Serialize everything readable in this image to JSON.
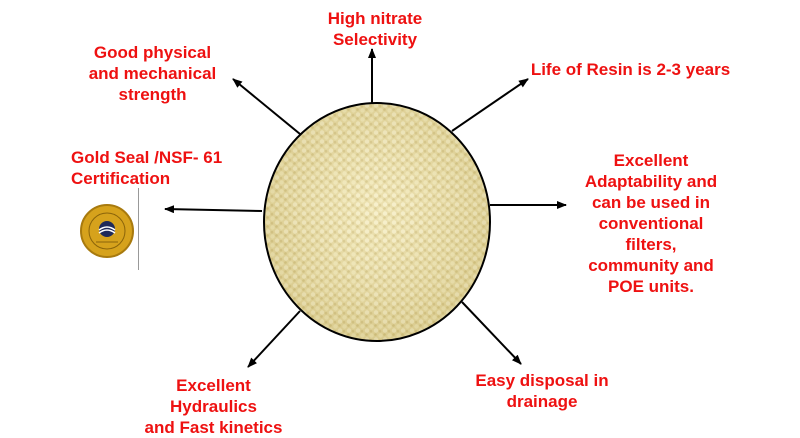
{
  "center": {
    "name": "resin-beads",
    "fill": "#e9dca3"
  },
  "benefits": [
    {
      "id": "nitrate",
      "lines": [
        "High nitrate",
        "Selectivity"
      ]
    },
    {
      "id": "resin-life",
      "lines": [
        "Life of Resin is 2-3 years"
      ]
    },
    {
      "id": "adaptability",
      "lines": [
        "Excellent",
        "Adaptability and",
        "can be used in",
        "conventional",
        "filters,",
        "community and",
        "POE units."
      ]
    },
    {
      "id": "disposal",
      "lines": [
        "Easy disposal in",
        "drainage"
      ]
    },
    {
      "id": "hydraulics",
      "lines": [
        "Excellent",
        "Hydraulics",
        "and Fast kinetics"
      ]
    },
    {
      "id": "certification",
      "lines": [
        "Gold Seal /NSF- 61",
        "Certification"
      ]
    },
    {
      "id": "strength",
      "lines": [
        "Good physical",
        "and mechanical",
        "strength"
      ]
    }
  ],
  "seal": {
    "icon": "gold-seal-icon",
    "color": "#d6a21c"
  },
  "colors": {
    "label": "#ee1111",
    "arrow": "#000000",
    "outline": "#000000"
  }
}
